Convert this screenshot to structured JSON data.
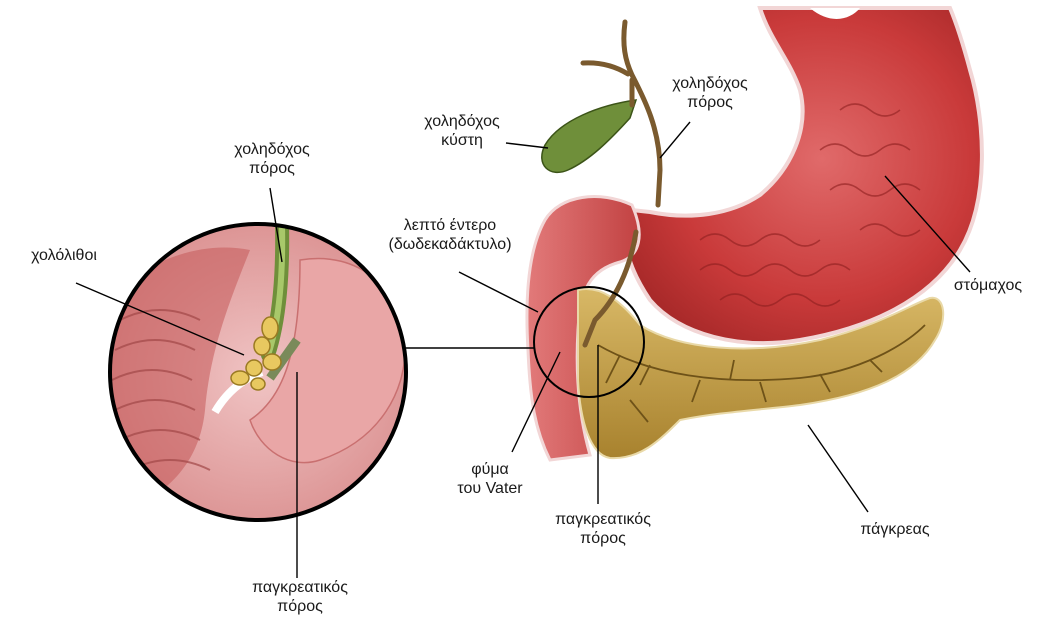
{
  "labels": {
    "zoom_common_bile_duct": [
      "χοληδόχος",
      "πόρος"
    ],
    "gallstones": "χολόλιθοι",
    "zoom_pancreatic_duct": [
      "παγκρεατικός",
      "πόρος"
    ],
    "gallbladder": [
      "χοληδόχος",
      "κύστη"
    ],
    "common_bile_duct": [
      "χοληδόχος",
      "πόρος"
    ],
    "small_intestine": [
      "λεπτό έντερο",
      "(δωδεκαδάκτυλο)"
    ],
    "stomach": "στόμαχος",
    "ampulla_of_vater": [
      "φύμα",
      "του Vater"
    ],
    "pancreatic_duct": [
      "παγκρεατικός",
      "πόρος"
    ],
    "pancreas": "πάγκρεας"
  },
  "colors": {
    "stomach": "#c93a3a",
    "stomach_dark": "#9e2424",
    "duodenum": "#d65a5a",
    "pancreas": "#c9a24a",
    "pancreas_dark": "#8a6a22",
    "gallbladder": "#6f8f3a",
    "bile_duct": "#7a5a2e",
    "zoom_tissue": "#e6a8a8",
    "stones": "#e8c860",
    "line": "#000000"
  }
}
